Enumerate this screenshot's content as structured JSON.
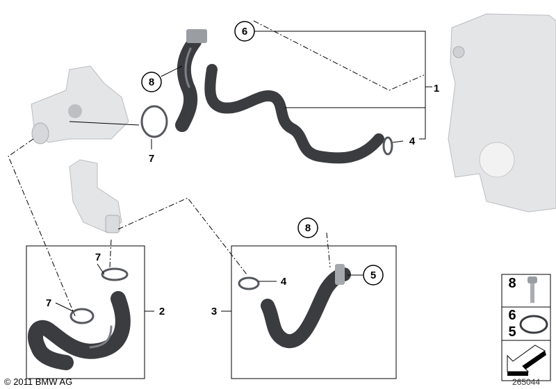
{
  "callouts": {
    "c1": "1",
    "c2": "2",
    "c3": "3",
    "c4a": "4",
    "c4b": "4",
    "c5": "5",
    "c6": "6",
    "c7a": "7",
    "c7b": "7",
    "c7c": "7",
    "c8a": "8",
    "c8b": "8"
  },
  "legend": {
    "bolt_label": "8",
    "ring_label_top": "6",
    "ring_label_bottom": "5"
  },
  "footer": {
    "copyright": "© 2011 BMW AG",
    "diagram_number": "265044"
  },
  "colors": {
    "hose": "#3a3c40",
    "part": "#e4e5e7",
    "line": "#000000"
  }
}
